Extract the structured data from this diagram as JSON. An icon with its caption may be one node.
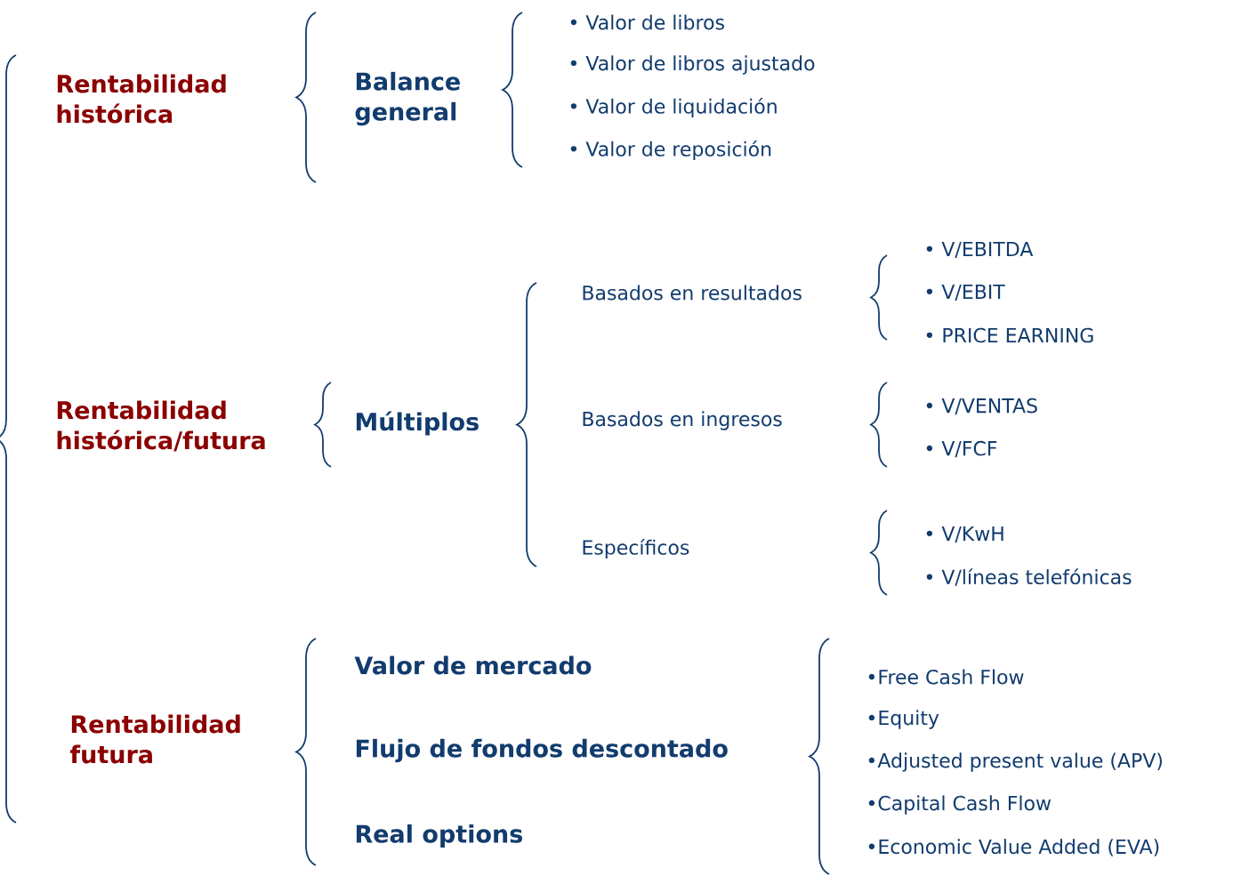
{
  "diagram": {
    "labels": [
      "Rentabilidad histórica",
      "Balance general",
      "• Valor de libros",
      "• Valor de libros ajustado",
      "• Valor de liquidación",
      "• Valor de reposición",
      "• V/EBITDA",
      "Basados en resultados",
      "• V/EBIT",
      "• PRICE EARNING",
      "• V/VENTAS",
      "Rentabilidad histórica/futura",
      "Múltiplos",
      "Basados en ingresos",
      "• V/FCF",
      "• V/KwH",
      "Específicos",
      "• V/líneas telefónicas",
      "Valor de mercado",
      "•Free Cash Flow",
      "Rentabilidad futura",
      "•Equity",
      "Flujo de fondos descontado",
      "•Adjusted present value (APV)",
      "•Capital Cash Flow",
      "Real options",
      "•Economic Value Added (EVA)"
    ]
  }
}
